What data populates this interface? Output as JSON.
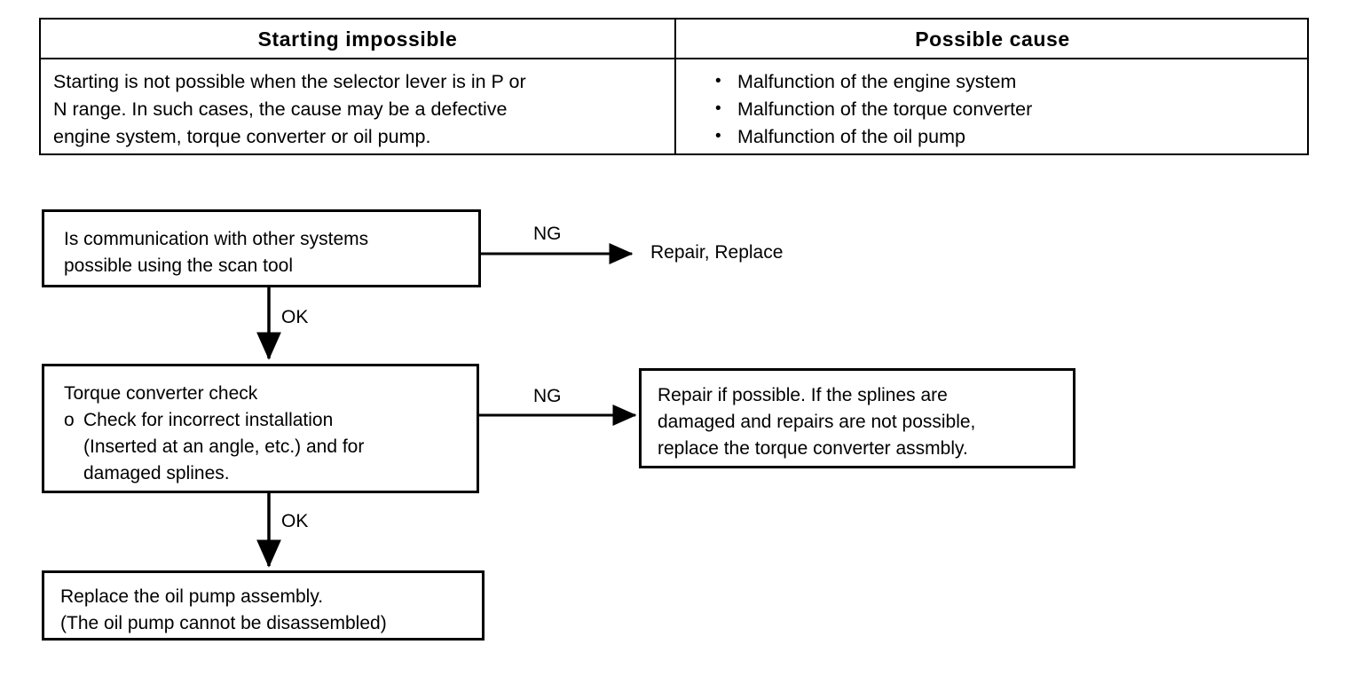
{
  "table": {
    "headers": [
      "Starting impossible",
      "Possible cause"
    ],
    "symptom_text": "Starting is not possible when the selector lever is in P or\nN range.  In such cases, the cause may be a defective\nengine system, torque converter or oil pump.",
    "causes": [
      "Malfunction of the engine system",
      "Malfunction of the torque converter",
      "Malfunction of the oil pump"
    ]
  },
  "flow": {
    "box_scan": {
      "line1": "Is communication with other systems",
      "line2": "possible using the scan tool"
    },
    "box_torque_converter_check": {
      "title": "Torque converter check",
      "bullet_marker": "o",
      "bullet_line1": "Check for incorrect installation",
      "bullet_line2": "(Inserted at an angle, etc.) and for",
      "bullet_line3": "damaged splines."
    },
    "box_repair_torque_converter": {
      "line1": "Repair if possible. If the splines are",
      "line2": "damaged and repairs are not possible,",
      "line3": "replace the torque converter assmbly."
    },
    "box_oil_pump": {
      "line1": "Replace the oil pump assembly.",
      "line2": "(The oil pump cannot be disassembled)"
    },
    "terminal_repair_replace": "Repair, Replace",
    "labels": {
      "ng_1": "NG",
      "ok_1": "OK",
      "ng_2": "NG",
      "ok_2": "OK"
    }
  },
  "colors": {
    "ink": "#000000",
    "paper": "#ffffff"
  }
}
